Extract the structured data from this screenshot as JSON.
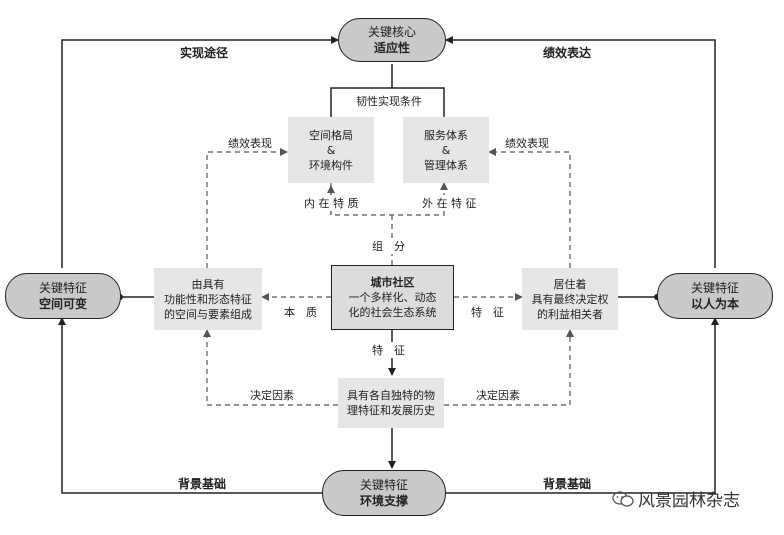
{
  "nodes": {
    "top": [
      "关键核心",
      "适应性"
    ],
    "bottom": [
      "关键特征",
      "环境支撑"
    ],
    "left": [
      "关键特征",
      "空间可变"
    ],
    "right": [
      "关键特征",
      "以人为本"
    ],
    "center": [
      "城市社区",
      "一个多样化、动态",
      "化的社会生态系统"
    ],
    "space": [
      "空间格局",
      "&",
      "环境构件"
    ],
    "service": [
      "服务体系",
      "&",
      "管理体系"
    ],
    "leftbox": [
      "由具有",
      "功能性和形态特征",
      "的空间与要素组成"
    ],
    "rightbox": [
      "居住着",
      "具有最终决定权",
      "的利益相关者"
    ],
    "bottombox": [
      "具有各自独特的物",
      "理特征和发展历史"
    ]
  },
  "labels": {
    "realize_path": "实现途径",
    "performance": "绩效表达",
    "resilience_condition": "韧性实现条件",
    "perf_show_left": "绩效表现",
    "perf_show_right": "绩效表现",
    "intrinsic": "内 在 特 质",
    "extrinsic": "外 在 特 征",
    "composition": "组　分",
    "essence": "本　质",
    "feature_right": "特　征",
    "feature_down": "特　征",
    "determinant_left": "决定因素",
    "determinant_right": "决定因素",
    "background_left": "背景基础",
    "background_right": "背景基础"
  },
  "watermark": "风景园林杂志",
  "colors": {
    "pill_fill": "#c9c9c9",
    "box_fill": "#e6e6e6",
    "line": "#222222",
    "dash": "#555555"
  }
}
